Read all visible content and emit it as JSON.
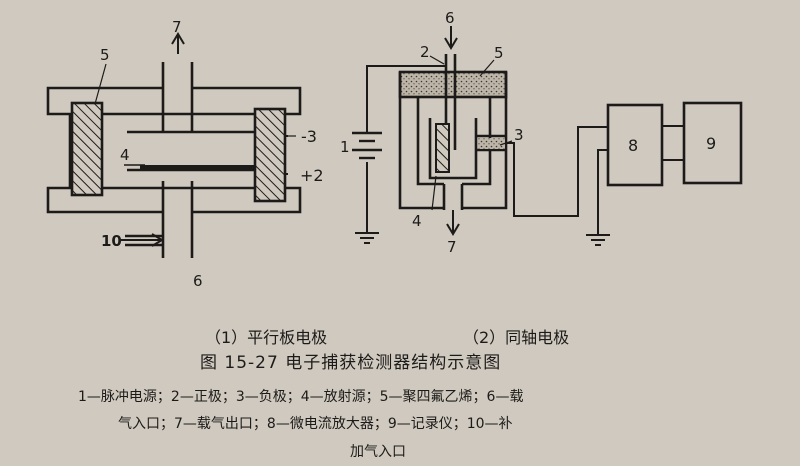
{
  "labels": {
    "left_5": "5",
    "left_7": "7",
    "left_minus3": "-3",
    "left_plus2": "+2",
    "left_4": "4",
    "left_10": "10",
    "left_6": "6",
    "right_6": "6",
    "right_2": "2",
    "right_5": "5",
    "right_1": "1",
    "right_3": "3",
    "right_4": "4",
    "right_7": "7",
    "right_8": "8",
    "right_9": "9"
  },
  "captions": {
    "sub1": "（1）平行板电极",
    "sub2": "（2）同轴电极",
    "title": "图  15-27   电子捕获检测器结构示意图",
    "legend_line1": "1—脉冲电源；2—正极；3—负极；4—放射源；5—聚四氟乙烯；6—载",
    "legend_line2": "气入口；7—载气出口；8—微电流放大器；9—记录仪；10—补",
    "legend_line3": "加气入口"
  },
  "colors": {
    "ink": "#1d1b19",
    "paper": "#cfc9bf",
    "insulator": "#bdb6a8"
  }
}
